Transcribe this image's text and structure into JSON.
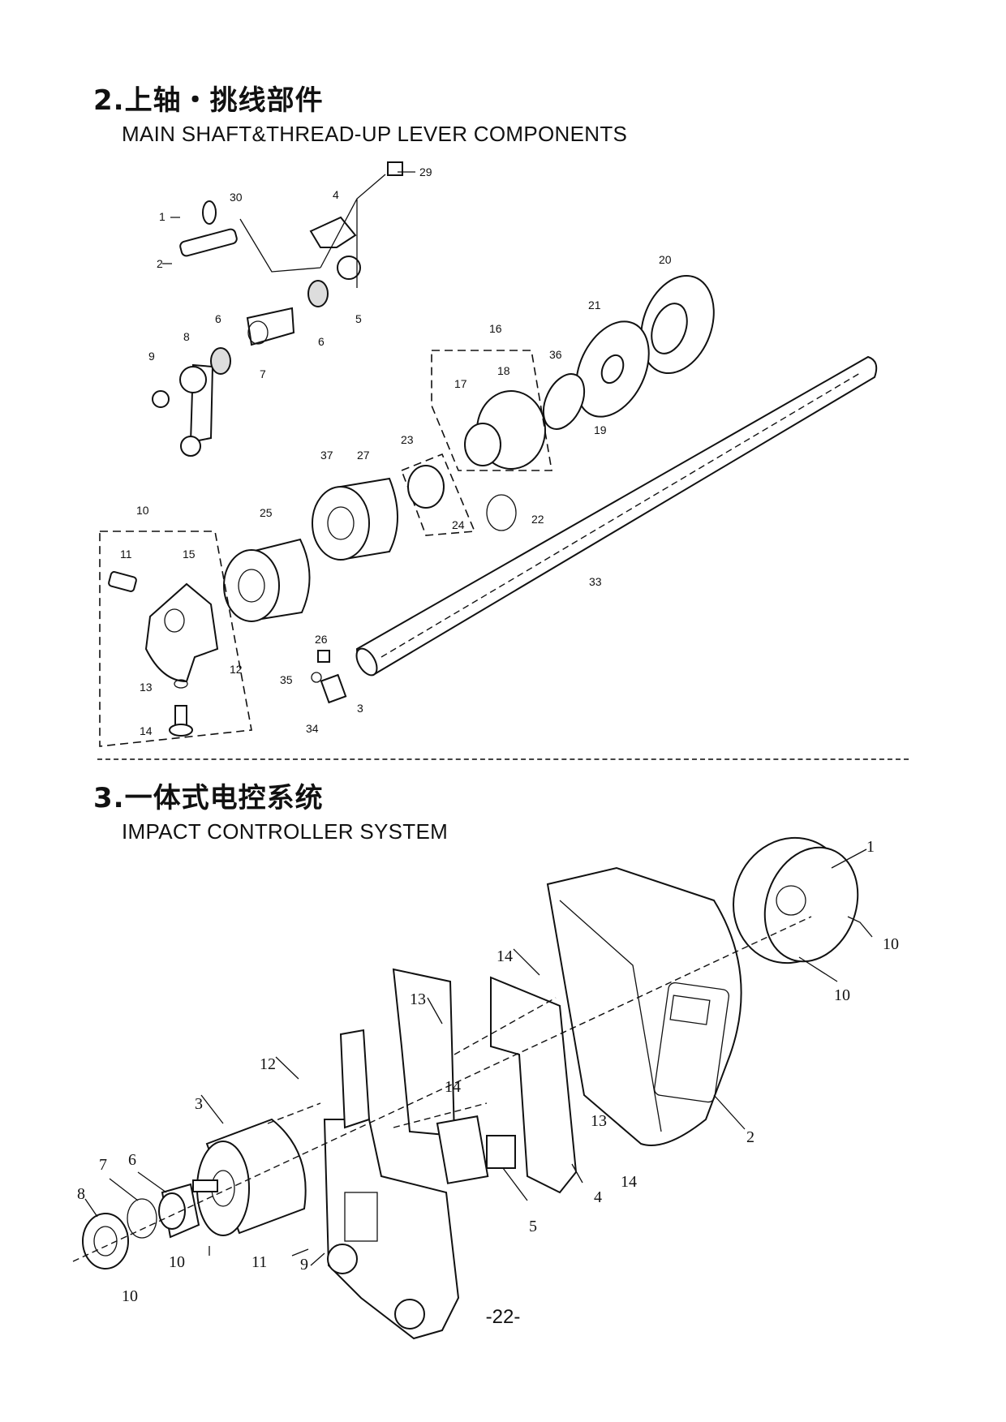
{
  "section1": {
    "title_cn": "2.上轴・挑线部件",
    "title_en": "MAIN SHAFT&THREAD-UP LEVER COMPONENTS",
    "callouts": [
      "29",
      "30",
      "4",
      "1",
      "2",
      "5",
      "6",
      "20",
      "6",
      "8",
      "7",
      "21",
      "16",
      "36",
      "9",
      "18",
      "17",
      "19",
      "23",
      "37",
      "27",
      "10",
      "25",
      "24",
      "22",
      "11",
      "15",
      "33",
      "26",
      "12",
      "35",
      "3",
      "13",
      "34",
      "14"
    ]
  },
  "section2": {
    "title_cn": "3.一体式电控系统",
    "title_en": "IMPACT CONTROLLER SYSTEM",
    "callouts": [
      "1",
      "10",
      "14",
      "10",
      "13",
      "12",
      "14",
      "2",
      "3",
      "13",
      "6",
      "7",
      "14",
      "4",
      "8",
      "5",
      "10",
      "11",
      "9",
      "10"
    ]
  },
  "page_number": "-22-"
}
